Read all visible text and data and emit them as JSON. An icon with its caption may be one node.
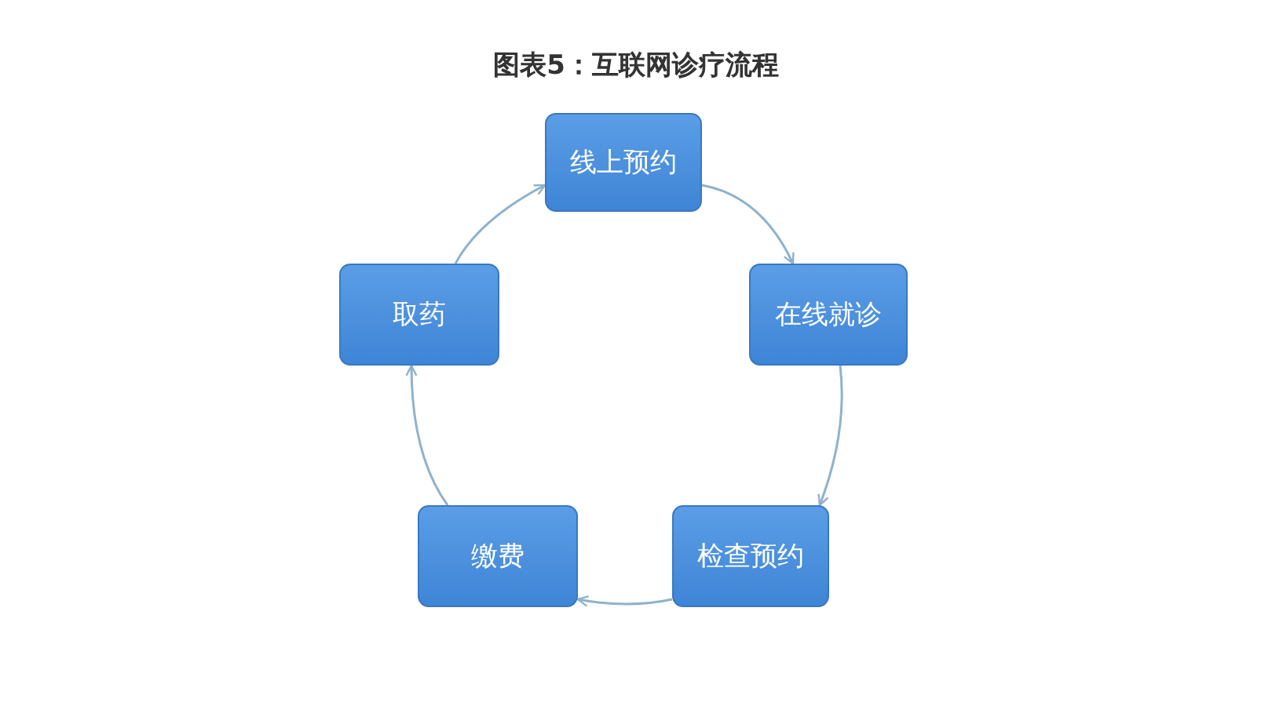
{
  "diagram": {
    "title": "图表5：互联网诊疗流程",
    "nodes": [
      {
        "text": [
          "线上预约"
        ]
      },
      {
        "text": [
          "在线就诊"
        ]
      },
      {
        "text": [
          "检查预约"
        ]
      },
      {
        "text": [
          "缴费"
        ]
      },
      {
        "text": [
          "取药"
        ]
      }
    ],
    "edges": [
      {
        "from": 0,
        "to": 1,
        "arrow": "to"
      },
      {
        "from": 1,
        "to": 2,
        "arrow": "to"
      },
      {
        "from": 2,
        "to": 3,
        "arrow": "to"
      },
      {
        "from": 3,
        "to": 4,
        "arrow": "to"
      },
      {
        "from": 4,
        "to": 0,
        "arrow": "to"
      }
    ]
  }
}
